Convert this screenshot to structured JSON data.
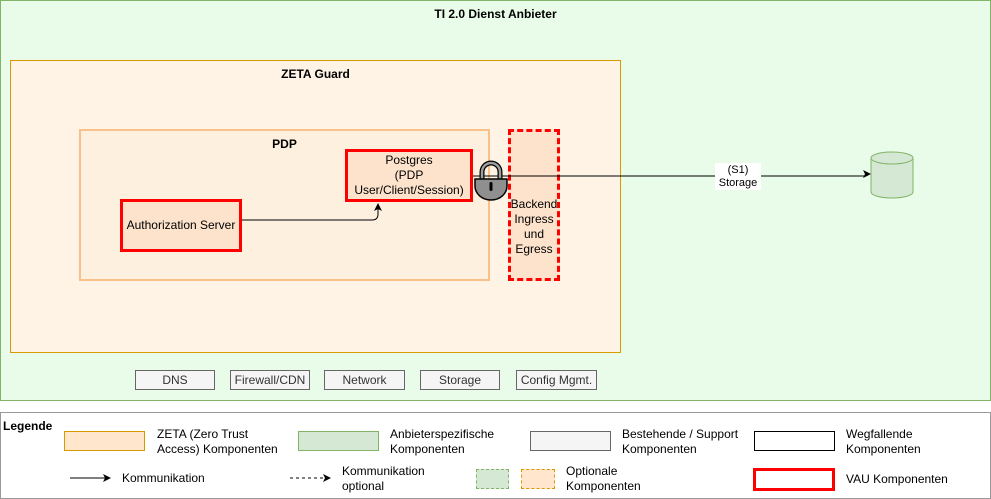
{
  "diagram": {
    "outer": {
      "title": "TI 2.0 Dienst Anbieter"
    },
    "zeta_guard": {
      "title": "ZETA Guard"
    },
    "pdp": {
      "title": "PDP"
    },
    "nodes": {
      "authorization_server": "Authorization Server",
      "postgres": [
        "Postgres",
        "(PDP",
        "User/Client/Session)"
      ],
      "backend": [
        "Backend",
        "Ingress",
        "und",
        "Egress"
      ]
    },
    "edges": {
      "storage_label": [
        "(S1)",
        "Storage"
      ]
    },
    "support_components": [
      "DNS",
      "Firewall/CDN",
      "Network",
      "Storage",
      "Config Mgmt."
    ]
  },
  "legend": {
    "title": "Legende",
    "items": {
      "zeta": [
        "ZETA (Zero Trust",
        "Access) Komponenten"
      ],
      "anbieter": [
        "Anbieterspezifische",
        "Komponenten"
      ],
      "support": [
        "Bestehende / Support",
        "Komponenten"
      ],
      "wegfallend": [
        "Wegfallende",
        "Komponenten"
      ],
      "kommunikation": "Kommunikation",
      "kommunikation_optional": [
        "Kommunikation",
        "optional"
      ],
      "optional": [
        "Optionale",
        "Komponenten"
      ],
      "vau": "VAU Komponenten"
    }
  },
  "colors": {
    "vau_border": "#ff0000",
    "zeta_fill": "#ffe6cc",
    "zeta_border": "#d79b00",
    "anbieter_fill": "#d5e8d4",
    "anbieter_border": "#82b366",
    "support_fill": "#f5f5f5"
  }
}
